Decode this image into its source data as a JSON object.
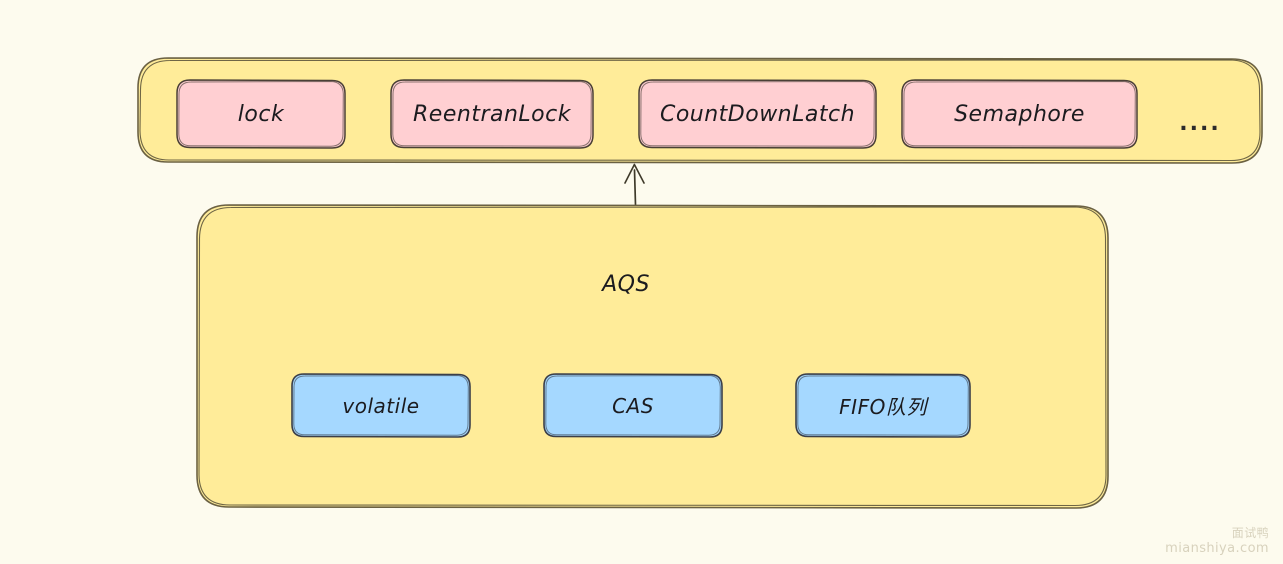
{
  "diagram": {
    "title": "AQS",
    "background_color": "#fdfbee",
    "palette": {
      "yellow_fill": "#ffec99",
      "pink_fill": "#ffcfd2",
      "blue_fill": "#a5d8ff",
      "stroke": "#343a40",
      "text": "#1b1b1f"
    },
    "top_group": {
      "name": "lock-implementations-group",
      "fill": "#ffec99",
      "items": [
        {
          "label": "lock",
          "fill": "#ffcfd2"
        },
        {
          "label": "ReentranLock",
          "fill": "#ffcfd2"
        },
        {
          "label": "CountDownLatch",
          "fill": "#ffcfd2"
        },
        {
          "label": "Semaphore",
          "fill": "#ffcfd2"
        }
      ],
      "ellipsis": "...."
    },
    "connector": {
      "name": "aqs-to-implementations-arrow",
      "direction": "up"
    },
    "aqs_group": {
      "name": "aqs-group",
      "label": "AQS",
      "fill": "#ffec99",
      "items": [
        {
          "label": "volatile",
          "fill": "#a5d8ff"
        },
        {
          "label": "CAS",
          "fill": "#a5d8ff"
        },
        {
          "label": "FIFO队列",
          "fill": "#a5d8ff"
        }
      ]
    },
    "watermark": {
      "cn": "面试鸭",
      "en": "mianshiya.com"
    }
  }
}
